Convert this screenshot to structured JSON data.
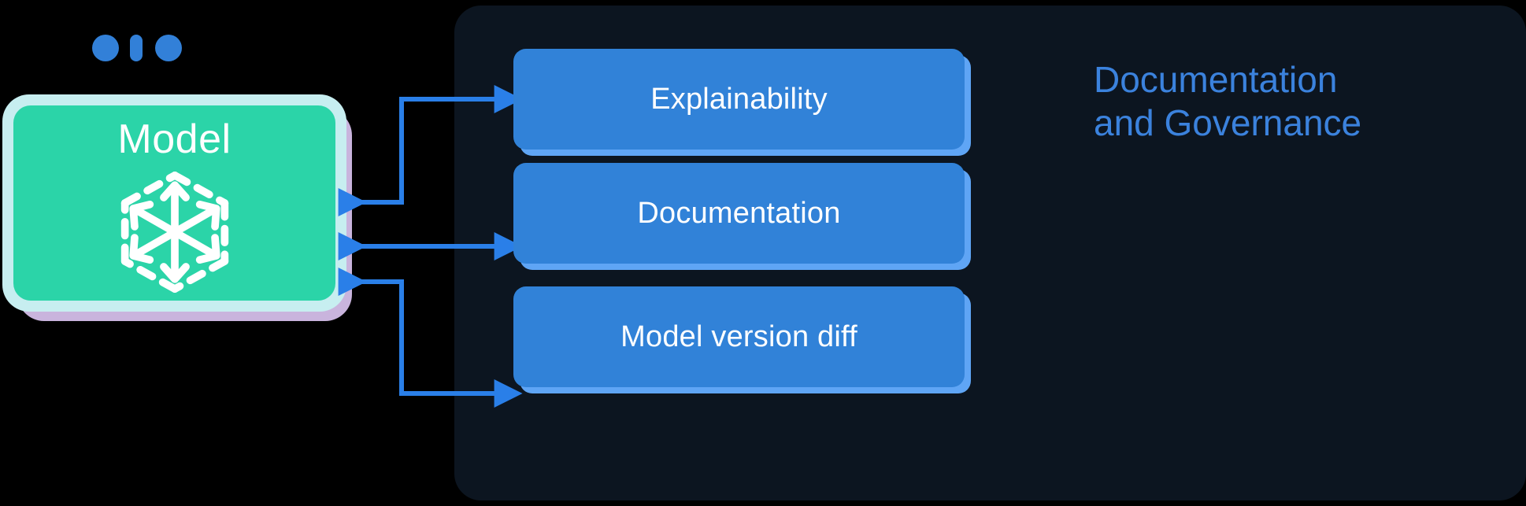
{
  "diagram": {
    "title_lines": [
      "Documentation",
      "and Governance"
    ],
    "title_color": "#3b82dd",
    "background_color": "#000000",
    "panel_color": "#0c1520"
  },
  "model_card": {
    "label": "Model",
    "icon_name": "dashed-cube-network-icon",
    "inner_color": "#2bd4a8",
    "border_color": "#c7eef0",
    "shadow_color": "#c9b4dd",
    "label_color": "#ffffff"
  },
  "window_dots": {
    "color": "#3280d8",
    "items": [
      {
        "name": "dot-left",
        "shape": "circle"
      },
      {
        "name": "dot-middle",
        "shape": "pill"
      },
      {
        "name": "dot-right",
        "shape": "circle"
      }
    ]
  },
  "boxes": [
    {
      "label": "Explainability",
      "color": "#3182d8",
      "shadow_color": "#5fa5f5",
      "text_color": "#ffffff"
    },
    {
      "label": "Documentation",
      "color": "#3182d8",
      "shadow_color": "#5fa5f5",
      "text_color": "#ffffff"
    },
    {
      "label": "Model version diff",
      "color": "#3182d8",
      "shadow_color": "#5fa5f5",
      "text_color": "#ffffff"
    }
  ],
  "connectors": {
    "color": "#2a7fe8",
    "style": "bidirectional-elbow-arrow",
    "count": 3
  }
}
